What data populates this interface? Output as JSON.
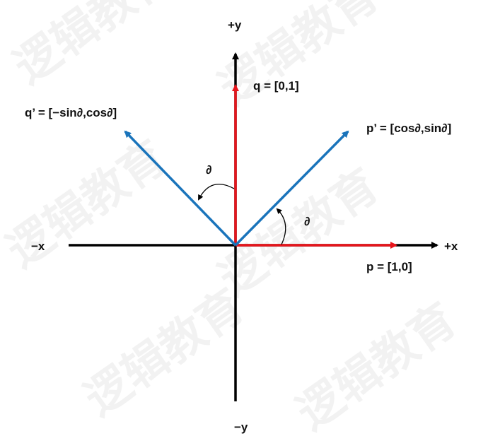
{
  "labels": {
    "pos_y": "+y",
    "neg_y": "−y",
    "pos_x": "+x",
    "neg_x": "−x",
    "q": "q = [0,1]",
    "p": "p = [1,0]",
    "q_prime": "q’ = [−sin∂,cos∂]",
    "p_prime": "p’ = [cos∂,sin∂]",
    "angle_left": "∂",
    "angle_right": "∂"
  },
  "watermark": "逻辑教育",
  "colors": {
    "axis": "#000000",
    "basis": "#e8141b",
    "rotated": "#1a74bb",
    "text": "#111111"
  }
}
